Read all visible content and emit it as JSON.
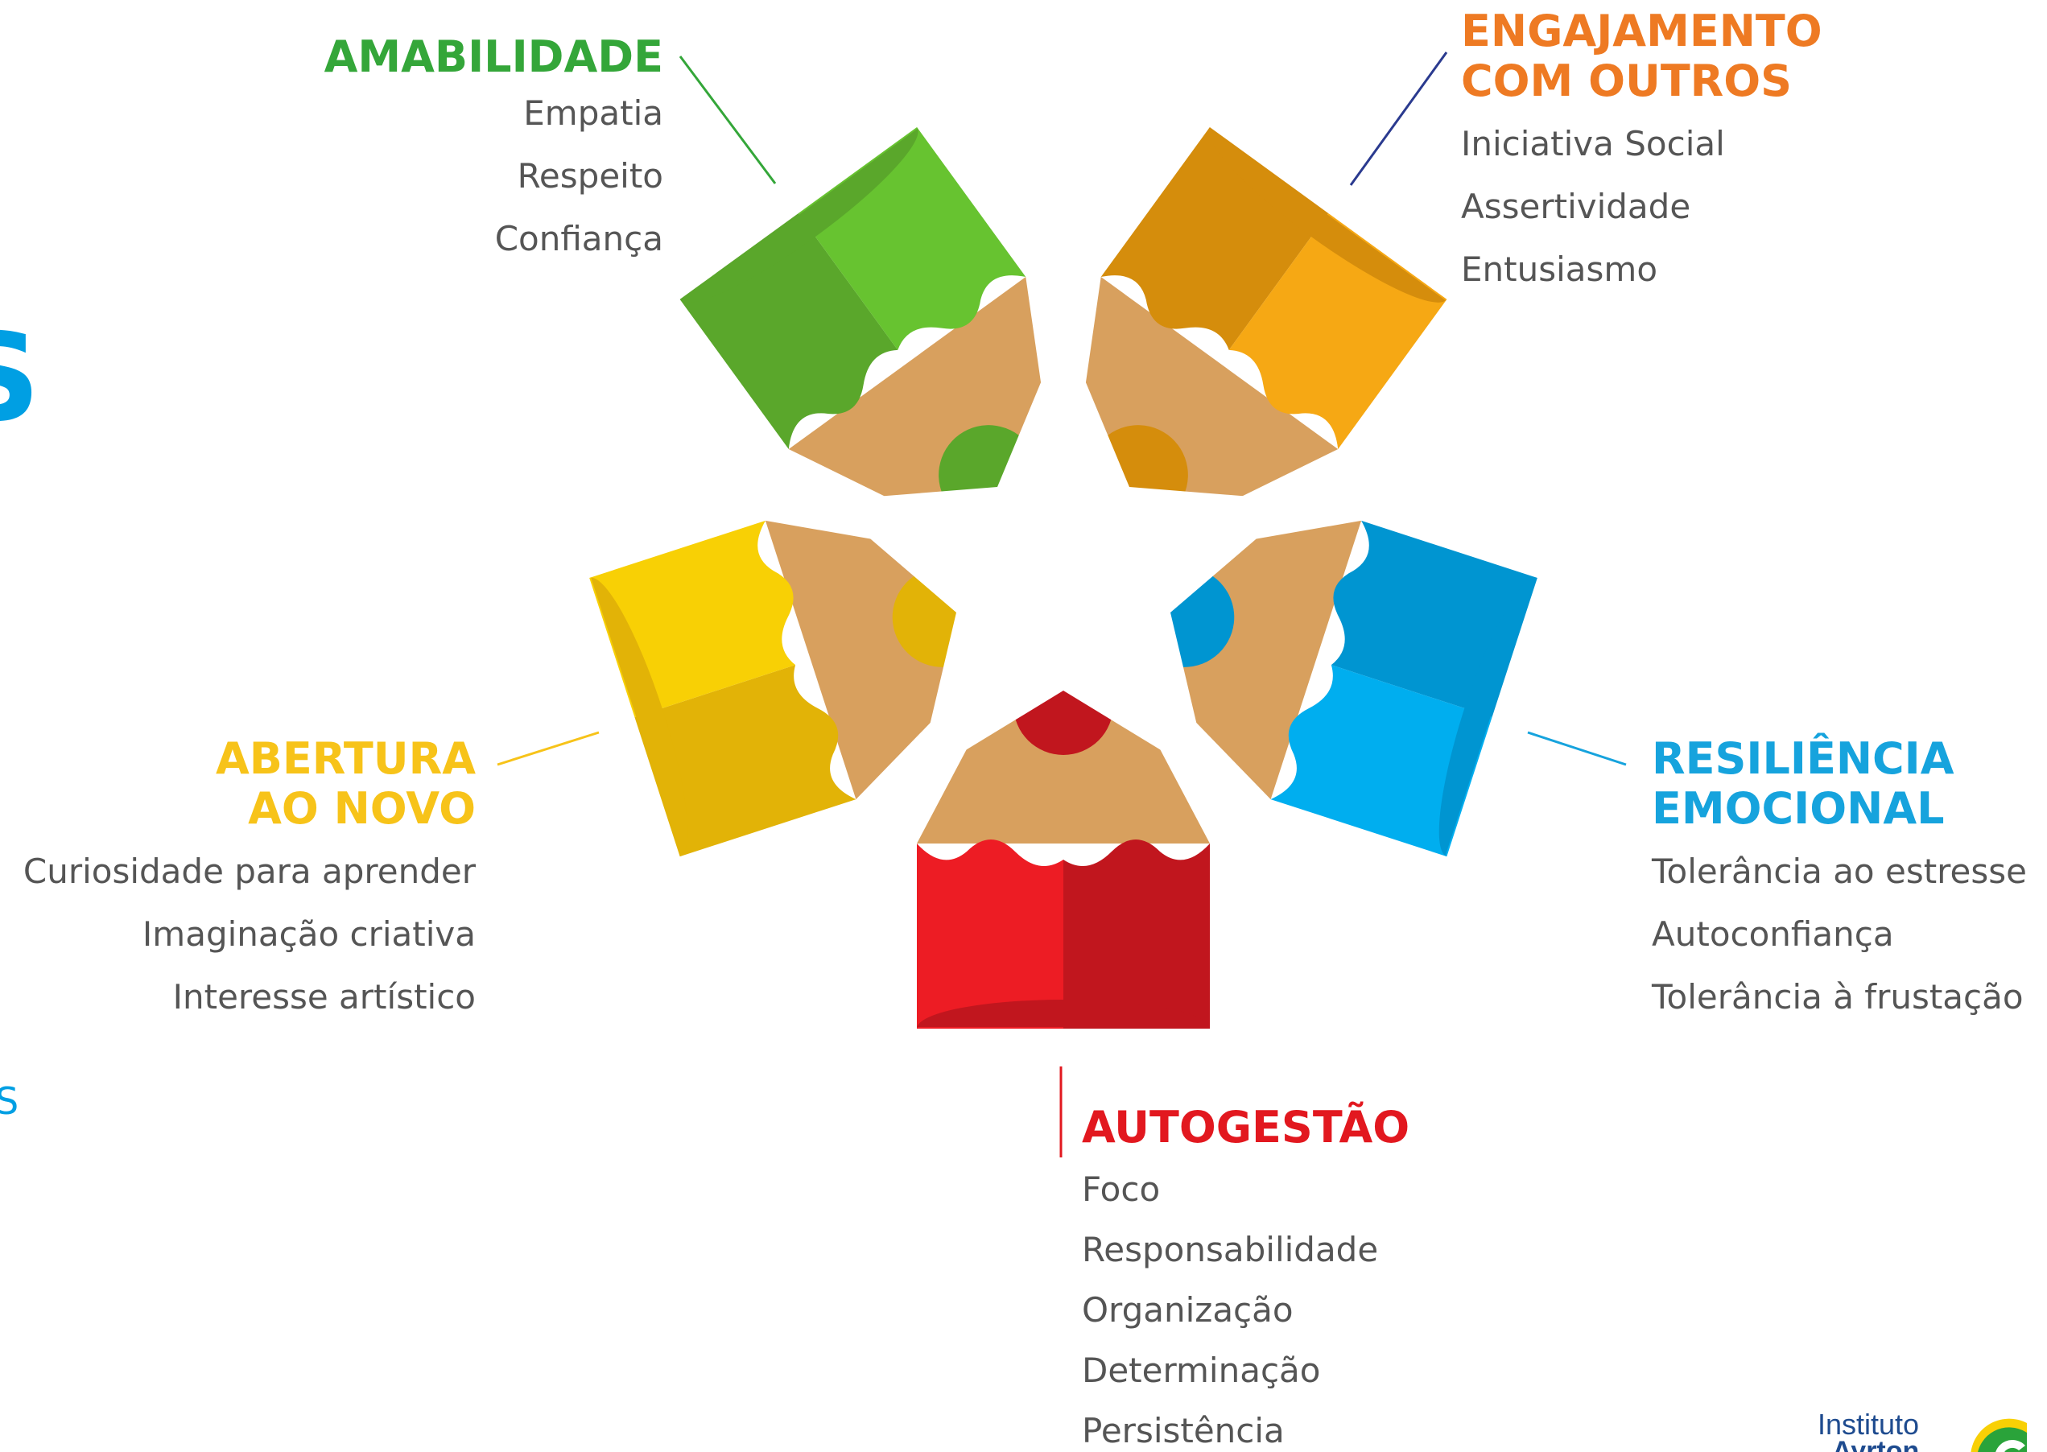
{
  "left_edge": {
    "title_fragment": "S",
    "subtitle_fragment": "S"
  },
  "categories": {
    "amabilidade": {
      "title": "AMABILIDADE",
      "items": [
        "Empatia",
        "Respeito",
        "Confiança"
      ],
      "color": "#34a639"
    },
    "engajamento": {
      "title_line1": "ENGAJAMENTO",
      "title_line2": "COM OUTROS",
      "items": [
        "Iniciativa Social",
        "Assertividade",
        "Entusiasmo"
      ],
      "color": "#ee7a23"
    },
    "abertura": {
      "title_line1": "ABERTURA",
      "title_line2": "AO NOVO",
      "items": [
        "Curiosidade para aprender",
        "Imaginação criativa",
        "Interesse artístico"
      ],
      "color": "#f7c319"
    },
    "resiliencia": {
      "title_line1": "RESILIÊNCIA",
      "title_line2": "EMOCIONAL",
      "items": [
        "Tolerância ao estresse",
        "Autoconfiança",
        "Tolerância à frustação"
      ],
      "color": "#16a3dd"
    },
    "autogestao": {
      "title": "AUTOGESTÃO",
      "items": [
        "Foco",
        "Responsabilidade",
        "Organização",
        "Determinação",
        "Persistência"
      ],
      "color": "#e2181f"
    }
  },
  "pencil_colors": {
    "green": [
      "#67c330",
      "#5aa72b"
    ],
    "orange": [
      "#f6a814",
      "#d58d0c"
    ],
    "yellow": [
      "#f8d005",
      "#e2b307"
    ],
    "blue": [
      "#00aeef",
      "#0095d1"
    ],
    "red": [
      "#ed1c24",
      "#c1161e"
    ],
    "wood": "#d8a05e"
  },
  "brand": {
    "line1": "Instituto",
    "line2": "Ayrton"
  }
}
